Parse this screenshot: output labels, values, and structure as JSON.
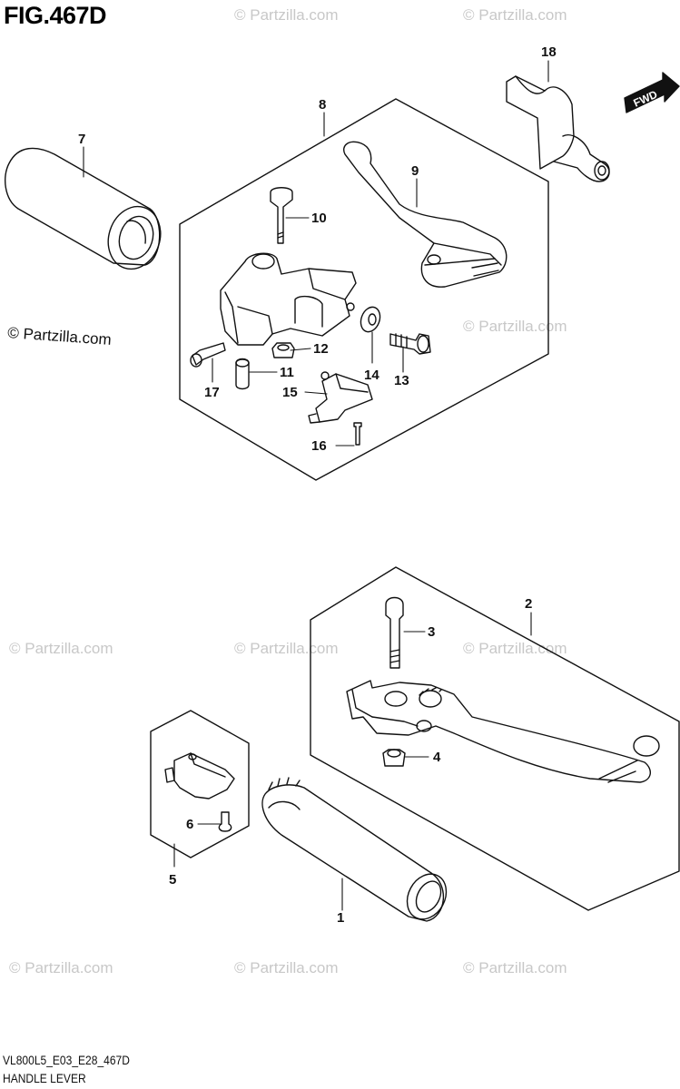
{
  "figure": {
    "title": "FIG.467D",
    "code": "VL800L5_E03_E28_467D",
    "name": "HANDLE LEVER",
    "fwd": "FWD"
  },
  "watermark": {
    "text": "© Partzilla.com",
    "main_text": "© Partzilla.com"
  },
  "callouts": [
    "1",
    "2",
    "3",
    "4",
    "5",
    "6",
    "7",
    "8",
    "9",
    "10",
    "11",
    "12",
    "13",
    "14",
    "15",
    "16",
    "17",
    "18"
  ],
  "colors": {
    "line": "#111111",
    "watermark": "#c8c8c8"
  }
}
